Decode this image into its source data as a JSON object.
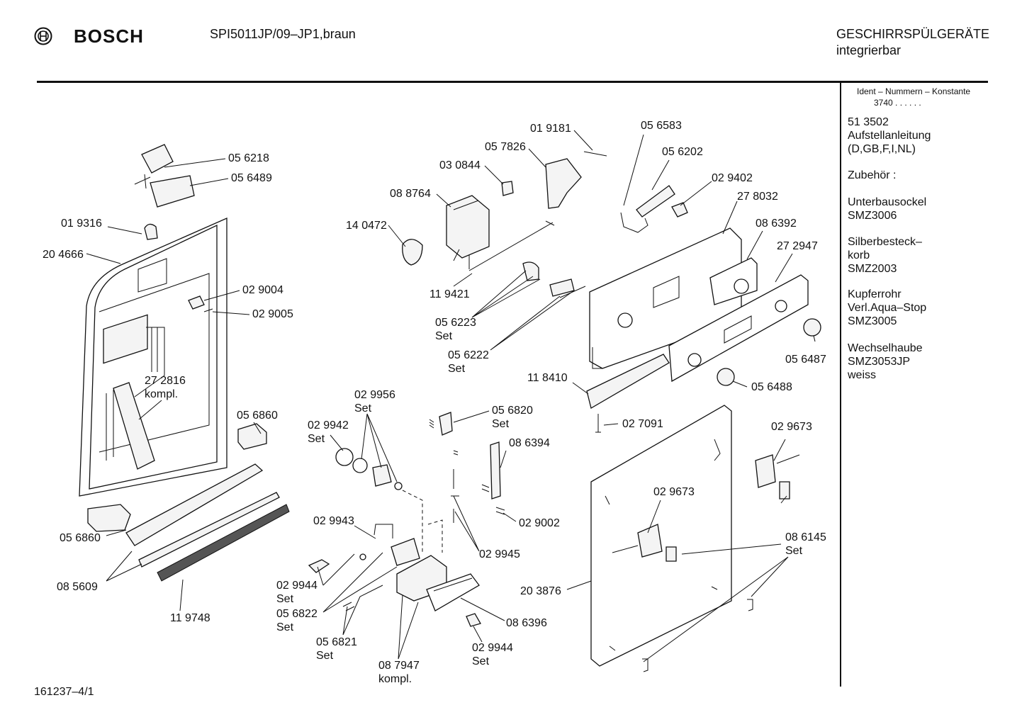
{
  "header": {
    "brand": "BOSCH",
    "model": "SPI5011JP/09–JP1,braun",
    "category_line1": "GESCHIRRSPÜLGERÄTE",
    "category_line2": "integrierbar"
  },
  "sidebar": {
    "ident_title": "Ident – Nummern – Konstante",
    "ident_value": "3740 . . . . . .",
    "blocks": [
      [
        "51 3502",
        "Aufstellanleitung",
        "(D,GB,F,I,NL)"
      ],
      [
        "Zubehör :"
      ],
      [
        "Unterbausockel",
        "SMZ3006"
      ],
      [
        "Silberbesteck–",
        "korb",
        "SMZ2003"
      ],
      [
        "Kupferrohr",
        "Verl.Aqua–Stop",
        "SMZ3005"
      ],
      [
        "Wechselhaube",
        "SMZ3053JP",
        "weiss"
      ]
    ]
  },
  "labels": {
    "l_056218": "05 6218",
    "l_056489": "05 6489",
    "l_019316": "01 9316",
    "l_204666": "20 4666",
    "l_029004": "02 9004",
    "l_029005": "02 9005",
    "l_272816": "27 2816",
    "l_272816_b": "kompl.",
    "l_056860_a": "05 6860",
    "l_056860_b": "05 6860",
    "l_085609": "08 5609",
    "l_119748": "11 9748",
    "l_019181": "01 9181",
    "l_057826": "05 7826",
    "l_030844": "03 0844",
    "l_088764": "08 8764",
    "l_140472": "14 0472",
    "l_119421": "11 9421",
    "l_056223": "05 6223",
    "l_056223_b": "Set",
    "l_056222": "05 6222",
    "l_056222_b": "Set",
    "l_056583": "05 6583",
    "l_056202": "05 6202",
    "l_029402": "02 9402",
    "l_278032": "27 8032",
    "l_086392": "08 6392",
    "l_272947": "27 2947",
    "l_056487": "05 6487",
    "l_118410": "11 8410",
    "l_056488": "05 6488",
    "l_027091": "02 7091",
    "l_029956": "02 9956",
    "l_029956_b": "Set",
    "l_029942": "02 9942",
    "l_029942_b": "Set",
    "l_056820": "05 6820",
    "l_056820_b": "Set",
    "l_086394": "08 6394",
    "l_029002": "02 9002",
    "l_029943": "02 9943",
    "l_029945": "02 9945",
    "l_029944_a": "02 9944",
    "l_029944_a_b": "Set",
    "l_056822": "05 6822",
    "l_056822_b": "Set",
    "l_056821": "05 6821",
    "l_056821_b": "Set",
    "l_087947": "08 7947",
    "l_087947_b": "kompl.",
    "l_086396": "08 6396",
    "l_029944_b": "02 9944",
    "l_029944_b_b": "Set",
    "l_029673_a": "02 9673",
    "l_029673_b": "02 9673",
    "l_203876": "20 3876",
    "l_086145": "08 6145",
    "l_086145_b": "Set"
  },
  "footer": {
    "doc_number": "161237–4/1"
  }
}
